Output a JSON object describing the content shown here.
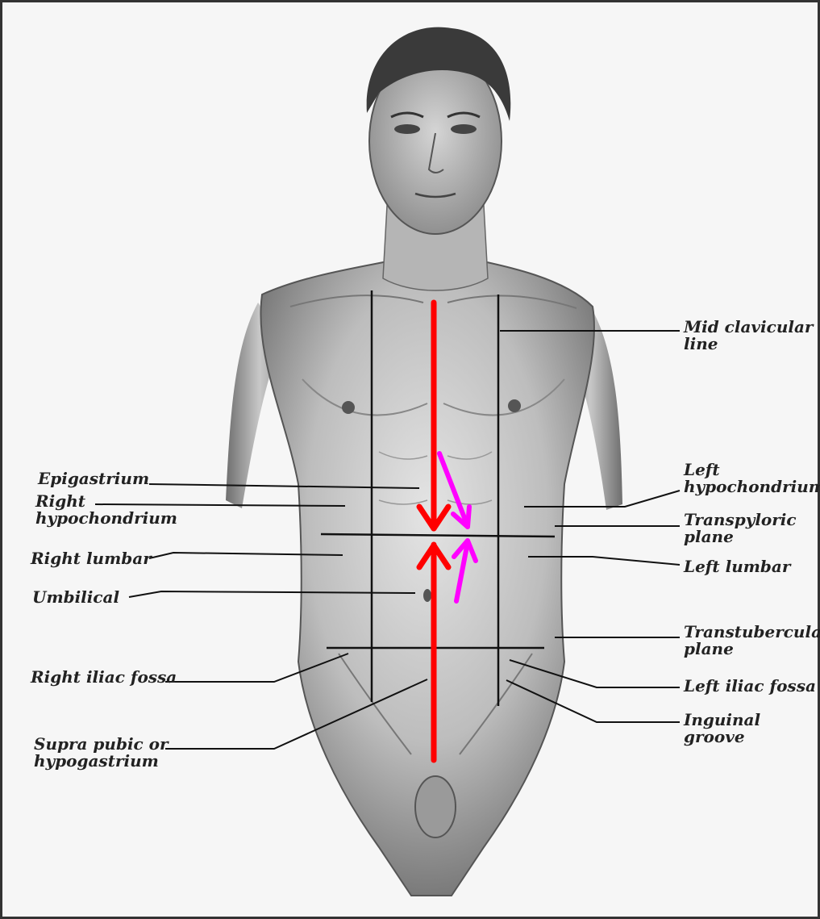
{
  "labels": {
    "mid_clavicular": "Mid clavicular\nline",
    "left_hypochondrium": "Left\nhypochondrium",
    "transpyloric": "Transpyloric\nplane",
    "left_lumbar": "Left lumbar",
    "transtubercular": "Transtubercular\nplane",
    "left_iliac": "Left iliac fossa",
    "inguinal": "Inguinal groove",
    "epigastrium": "Epigastrium",
    "right_hypochondrium": "Right\nhypochondrium",
    "right_lumbar": "Right lumbar",
    "umbilical": "Umbilical",
    "right_iliac": "Right iliac fossa",
    "supra_pubic": "Supra pubic or\nhypogastrium"
  },
  "colors": {
    "background": "#f6f6f6",
    "skin_light": "#d8d8d8",
    "skin_mid": "#a9a9a9",
    "skin_dark": "#5a5a5a",
    "hair": "#3a3a3a",
    "guide_line": "#111111",
    "red_arrow": "#ff0000",
    "magenta_arrow": "#ff00ff"
  }
}
